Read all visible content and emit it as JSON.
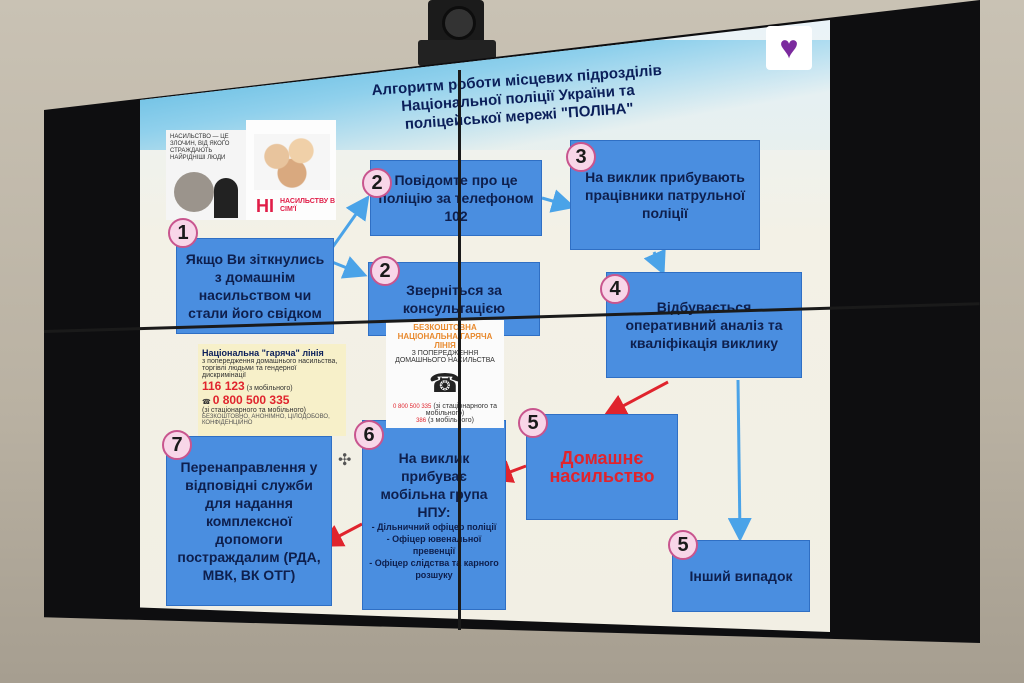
{
  "title": "Алгоритм роботи місцевих підрозділів Національної поліції України та поліцейської мережі \"ПОЛІНА\"",
  "photo1_caption": "НАСИЛЬСТВО — ЦЕ ЗЛОЧИН, ВІД ЯКОГО СТРАЖДАЮТЬ НАЙРІДНІШІ ЛЮДИ",
  "photo2_no": "НІ",
  "photo2_sub": "НАСИЛЬСТВУ В СІМ'Ї",
  "steps": [
    {
      "num": "1",
      "text": "Якщо Ви зіткнулись з домашнім насильством чи стали його свідком"
    },
    {
      "num": "2",
      "text": "Повідомте про це поліцію за телефоном 102"
    },
    {
      "num": "2",
      "text": "Зверніться за консультацією"
    },
    {
      "num": "3",
      "text": "На виклик прибувають працівники патрульної поліції"
    },
    {
      "num": "4",
      "text": "Відбувається оперативний аналіз та кваліфікація виклику"
    },
    {
      "num": "5",
      "text": "Домашнє насильство"
    },
    {
      "num": "5",
      "text": "Інший випадок"
    },
    {
      "num": "6",
      "text": "На виклик прибуває мобільна група НПУ:"
    },
    {
      "num": "7",
      "text": "Перенаправлення у відповідні служби для надання комплексної допомоги постраждалим (РДА, МВК, ВК ОТГ)"
    }
  ],
  "group_members": [
    "- Дільничний офіцер поліції",
    "- Офіцер ювенальної превенції",
    "- Офіцер слідства та карного розшуку"
  ],
  "hotline": {
    "title": "Національна \"гаряча\" лінія",
    "desc": "з попередження домашнього насильства, торгівлі людьми та гендерної дискримінації",
    "num1": "116 123",
    "num1_note": "(з мобільного)",
    "num2": "0 800 500 335",
    "num2_note": "(зі стаціонарного та мобільного)",
    "footer": "БЕЗКОШТОВНО, АНОНІМНО, ЦІЛОДОБОВО, КОНФІДЕНЦІЙНО"
  },
  "free_line": {
    "header": "БЕЗКОШТОВНА НАЦІОНАЛЬНА ГАРЯЧА ЛІНІЯ",
    "sub": "З ПОПЕРЕДЖЕННЯ ДОМАШНЬОГО НАСИЛЬСТВА",
    "num1": "0 800 500 335",
    "num1_note": "(зі стаціонарного та мобільного)",
    "num2": "386",
    "num2_note": "(з мобільного)"
  },
  "colors": {
    "box": "#4a8ee0",
    "badge": "#f8d6e8",
    "arrow_blue": "#4aa3e8",
    "arrow_red": "#e0242d",
    "title": "#0b1f5a"
  }
}
